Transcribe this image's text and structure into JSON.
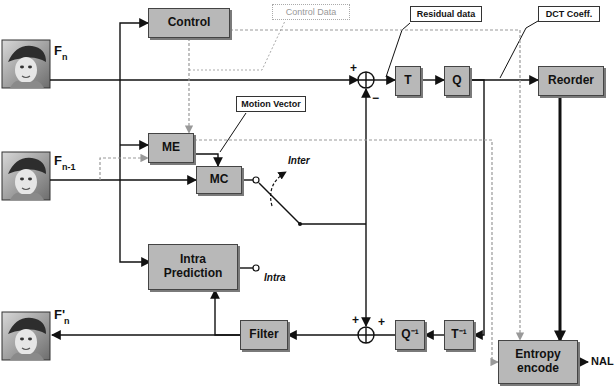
{
  "diagram": {
    "nodes": [
      {
        "text": [
          "Control"
        ]
      },
      {
        "text": [
          "Control Data"
        ]
      },
      {
        "text": [
          "Motion Vector"
        ]
      },
      {
        "text": [
          "ME"
        ]
      },
      {
        "text": [
          "MC"
        ]
      },
      {
        "text": [
          "Intra Prediction"
        ]
      },
      {
        "text": [
          "Residual data"
        ]
      },
      {
        "text": [
          "T"
        ]
      },
      {
        "text": [
          "Q"
        ]
      },
      {
        "text": [
          "DCT Coeff."
        ]
      },
      {
        "text": [
          "Reorder"
        ]
      },
      {
        "text": [
          "Filter"
        ]
      },
      {
        "text": [
          "Q⁻¹"
        ]
      },
      {
        "text": [
          "T⁻¹"
        ]
      },
      {
        "text": [
          "Entropy encode"
        ]
      }
    ],
    "edges": [
      {
        "from": 0,
        "to": 3,
        "arrow": "to"
      },
      {
        "from": 3,
        "to": 4,
        "arrow": "to"
      },
      {
        "from": 7,
        "to": 8,
        "arrow": "to"
      },
      {
        "from": 8,
        "to": 10,
        "arrow": "to"
      },
      {
        "from": 8,
        "to": 13,
        "arrow": "to"
      },
      {
        "from": 13,
        "to": 12,
        "arrow": "to"
      },
      {
        "from": 12,
        "to": 11,
        "arrow": "to"
      },
      {
        "from": 11,
        "to": 5,
        "arrow": "to"
      },
      {
        "from": 10,
        "to": 14,
        "arrow": "to"
      },
      {
        "from": 3,
        "to": 14,
        "arrow": "to"
      },
      {
        "from": 0,
        "to": 14,
        "arrow": "to"
      }
    ],
    "labels": [
      "F",
      "n",
      "F",
      "n-1",
      "F'",
      "n",
      "Inter",
      "Intra",
      "+",
      "−",
      "+",
      "+",
      "NAL"
    ]
  }
}
